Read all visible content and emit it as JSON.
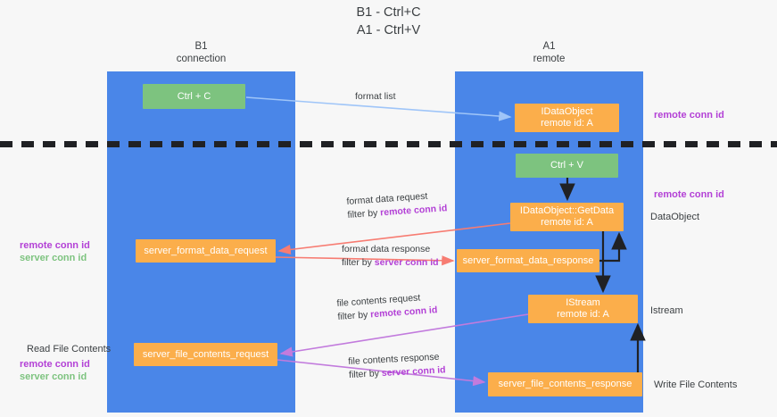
{
  "diagram": {
    "title_line1": "B1 - Ctrl+C",
    "title_line2": "A1 - Ctrl+V",
    "colors": {
      "lane": "#4a86e8",
      "green_node": "#7dc37f",
      "orange_node": "#fbae4b",
      "remote_conn_id": "#b341d6",
      "server_conn_id": "#7dc37f",
      "background": "#f7f7f7",
      "divider": "#202124",
      "arrow_blue": "#9fc5f8",
      "arrow_red": "#f77c72",
      "arrow_purple": "#c27bdd",
      "arrow_dark": "#202124"
    },
    "columns": [
      {
        "id": "b1",
        "title": "B1",
        "subtitle": "connection"
      },
      {
        "id": "a1",
        "title": "A1",
        "subtitle": "remote"
      }
    ],
    "nodes": {
      "ctrl_c": {
        "line1": "Ctrl + C",
        "line2": "",
        "kind": "green"
      },
      "idataobject": {
        "line1": "IDataObject",
        "line2": "remote id: A",
        "kind": "orange"
      },
      "ctrl_v": {
        "line1": "Ctrl + V",
        "line2": "",
        "kind": "green"
      },
      "getdata": {
        "line1": "IDataObject::GetData",
        "line2": "remote id: A",
        "kind": "orange"
      },
      "format_req": {
        "line1": "server_format_data_request",
        "line2": "",
        "kind": "orange"
      },
      "format_res": {
        "line1": "server_format_data_response",
        "line2": "",
        "kind": "orange"
      },
      "istream": {
        "line1": "IStream",
        "line2": "remote id: A",
        "kind": "orange"
      },
      "file_req": {
        "line1": "server_file_contents_request",
        "line2": "",
        "kind": "orange"
      },
      "file_res": {
        "line1": "server_file_contents_response",
        "line2": "",
        "kind": "orange"
      }
    },
    "edge_labels": {
      "format_list": {
        "line1": "format list",
        "line2_prefix": "",
        "line2_key": ""
      },
      "format_data_request": {
        "line1": "format data request",
        "line2_prefix": "filter by ",
        "line2_key": "remote conn id"
      },
      "format_data_response": {
        "line1": "format data response",
        "line2_prefix": "filter by ",
        "line2_key": "server conn id"
      },
      "file_contents_request": {
        "line1": "file contents request",
        "line2_prefix": "filter by ",
        "line2_key": "remote conn id"
      },
      "file_contents_response": {
        "line1": "file contents response",
        "line2_prefix": "filter by ",
        "line2_key": "server conn id"
      }
    },
    "annotations": {
      "right_top_remote": "remote conn id",
      "right_mid_remote": "remote conn id",
      "right_dataobject": "DataObject",
      "right_istream": "Istream",
      "right_write_file": "Write File Contents",
      "left_remote": "remote conn id",
      "left_server": "server conn id",
      "left_read_file": "Read File Contents",
      "left_remote2": "remote conn id",
      "left_server2": "server conn id"
    }
  }
}
